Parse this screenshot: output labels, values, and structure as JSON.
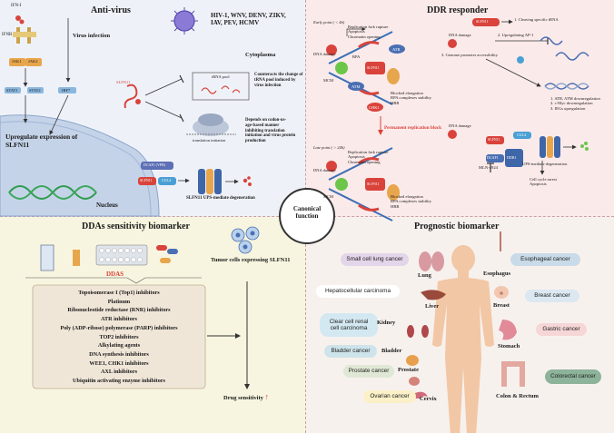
{
  "panels": {
    "antivirus": {
      "title": "Anti-virus",
      "viruses": "HIV-1, WNV, DENV, ZIKV,\nIAV, PEV, HCMV",
      "ifn": "IFN-I",
      "ifnr": "IFNR",
      "virus_infection": "Virus infection",
      "jak1": "JAK1",
      "jak2": "JAK2",
      "stat1": "STAT1",
      "stat2": "STAT2",
      "irf7": "IRF7",
      "cytoplasma": "Cytoplasma",
      "upregulate": "Upregulate expression of\nSLFN11",
      "nucleus": "Nucleus",
      "slfn11": "SLFN11",
      "trna_pool": "tRNA pool",
      "counteracts": "Counteracts the change of\ntRNA pool induced by\nvirus infection",
      "translation_initiation": "translation initiation",
      "depends": "Depends on codon-us-\nage-based manner\ninhibiting translation\ninitiation and virus protein\nproduction",
      "dcaf1": "DCAF1 (VPR)",
      "cul4": "CUL4",
      "ups": "SLFN11 UPS-mediate degeneration"
    },
    "ddr": {
      "title": "DDR responder",
      "early": "Early point ( < 4h)",
      "late": "Late point ( > 24h)",
      "dna_damage": "DNA damage",
      "rpa": "RPA",
      "mcm": "MCM",
      "atr": "ATR",
      "atm": "ATM",
      "chk1": "CHK1",
      "slfn11": "SLFN11",
      "rep_fork": "Replication fork rupture\nApoptosis\nChromatin opening",
      "blocked": "Blocked elongation\nRPA complexes stability\nHRR",
      "permanent": "Permanent replication block",
      "cleaving": "1. Cleaving specific tRNA",
      "upregulating": "2. Upregulating AP-1",
      "genome": "3. Genome promoter accessibility",
      "atr_down": "1. ATR, ATM downregulation\n2. c-Myc downregulation\n3. IEGs upregulation",
      "cul4": "CUL4",
      "ddb1": "DDB1",
      "dcaf1": "DCAF1",
      "mln": "MLN-4924",
      "ups": "UPS-mediate degeneration",
      "arrest": "Cell cycle arrest\nApoptosis"
    },
    "center": {
      "label": "Canonical\nfunction"
    },
    "ddas": {
      "title": "DDAs sensitivity biomarker",
      "ddas_label": "DDAS",
      "tumor": "Tumor cells expressing SLFN11",
      "drug_sens": "Drug sensitivity",
      "up_arrow": "↑",
      "list": [
        "Topoisomerase I (Top1) inhibitors",
        "Platinum",
        "Ribonucleotide reductase (RNR) inhibitors",
        "ATR inhibitors",
        "Poly (ADP-ribose) polymerase (PARP) inhibitors",
        "TOP2 inhibitors",
        "Alkylating agents",
        "DNA synthesis inhibitors",
        "WEE1, CHK1 inhibitors",
        "AXL inhibitors",
        "Ubiquitin activating enzyme inhibitors"
      ]
    },
    "prognostic": {
      "title": "Prognostic biomarker",
      "cancers": {
        "small_cell_lung": "Small cell lung cancer",
        "esophageal": "Esophageal cancer",
        "hepatocellular": "Hepatocellular carcinoma",
        "breast": "Breast cancer",
        "clear_cell_renal": "Clear cell renal\ncell carcinoma",
        "gastric": "Gastric cancer",
        "bladder": "Bladder cancer",
        "prostate": "Prostate cancer",
        "colorectal": "Colorectal cancer",
        "ovarian": "Ovarian cancer"
      },
      "organs": {
        "lung": "Lung",
        "esophagus": "Esophagus",
        "liver": "Liver",
        "breast": "Breast",
        "kidney": "Kidney",
        "bladder": "Bladder",
        "stomach": "Stomach",
        "prostate": "Prostate",
        "cervix": "Cervix",
        "colon": "Colon & Rectum"
      }
    }
  },
  "colors": {
    "tl_bg": "#eef2f8",
    "tr_bg": "#fbeaea",
    "bl_bg": "#f7f5df",
    "br_bg": "#f7f1ee",
    "slfn": "#d9433b",
    "green_bead": "#6cc64a",
    "blue_protein": "#4a6fb3",
    "ddas_box": "#f0e6d8"
  }
}
